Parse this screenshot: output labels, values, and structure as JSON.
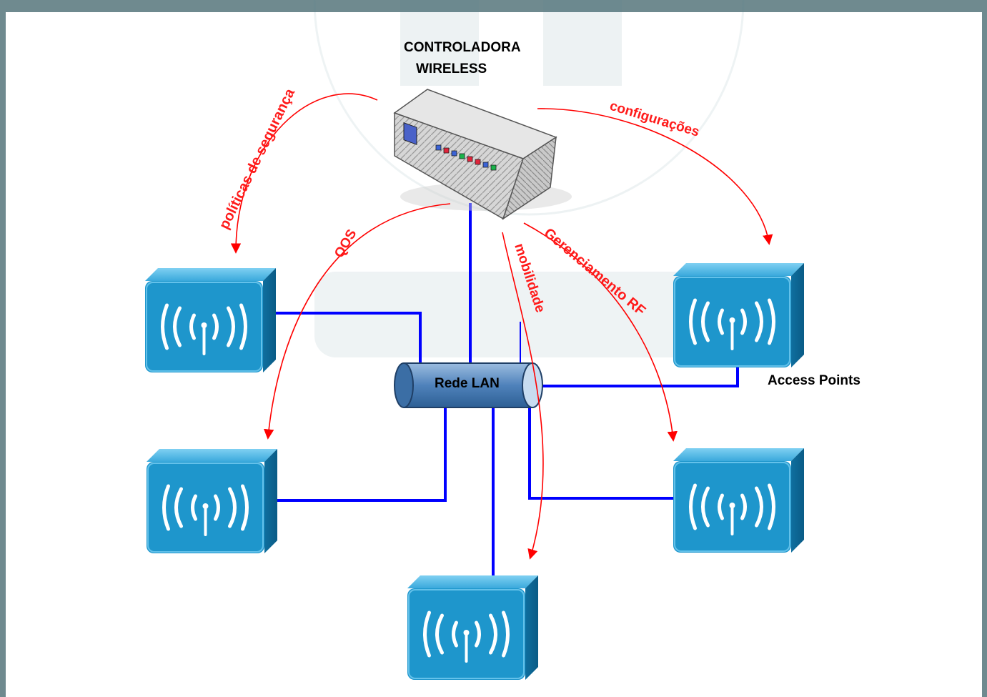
{
  "diagram": {
    "controller_label_line1": "CONTROLADORA",
    "controller_label_line2": "WIRELESS",
    "lan_label": "Rede LAN",
    "access_points_label": "Access Points",
    "flows": {
      "security": "políticas de segurança",
      "config": "configurações",
      "qos": "QOS",
      "mobility": "mobilidade",
      "rf": "Gerenciamento RF"
    },
    "access_point_count": 5
  },
  "colors": {
    "frame": "#6f8a8f",
    "link": "#0000ff",
    "arrow": "#ff0000",
    "ap_face": "#1e96cc",
    "lan_tube": "#5b8cc0"
  }
}
